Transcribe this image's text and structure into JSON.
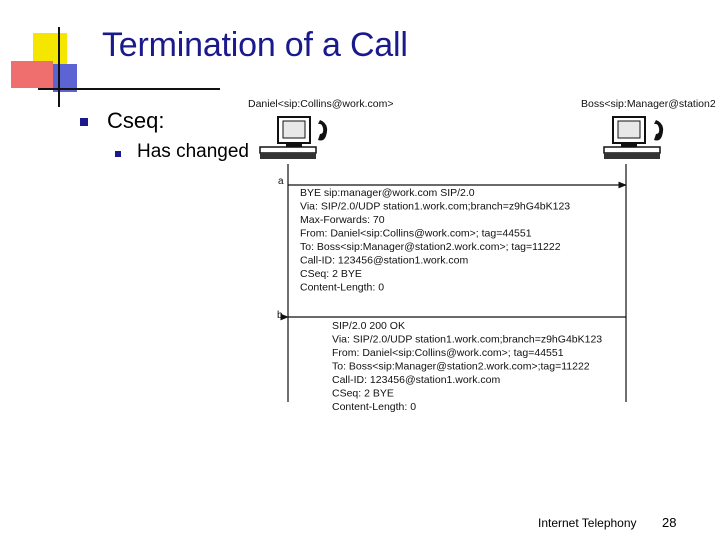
{
  "slide": {
    "title": "Termination of a Call",
    "bullet": "Cseq:",
    "sub_bullet": "Has changed"
  },
  "diagram": {
    "left_party": "Daniel<sip:Collins@work.com>",
    "right_party": "Boss<sip:Manager@station2",
    "messages": [
      {
        "label": "a",
        "direction": "left-to-right",
        "lines": [
          "BYE sip:manager@work.com SIP/2.0",
          "Via: SIP/2.0/UDP station1.work.com;branch=z9hG4bK123",
          "Max-Forwards: 70",
          "From: Daniel<sip:Collins@work.com>; tag=44551",
          "To: Boss<sip:Manager@station2.work.com>; tag=11222",
          "Call-ID: 123456@station1.work.com",
          "CSeq: 2 BYE",
          "Content-Length: 0"
        ]
      },
      {
        "label": "b",
        "direction": "right-to-left",
        "lines": [
          "SIP/2.0 200 OK",
          "Via: SIP/2.0/UDP station1.work.com;branch=z9hG4bK123",
          "From: Daniel<sip:Collins@work.com>; tag=44551",
          "To: Boss<sip:Manager@station2.work.com>;tag=11222",
          "Call-ID: 123456@station1.work.com",
          "CSeq: 2 BYE",
          "Content-Length: 0"
        ]
      }
    ]
  },
  "footer": {
    "course": "Internet Telephony",
    "page": "28"
  },
  "colors": {
    "title": "#1a1a8c",
    "bullet": "#1a1a8c",
    "logo_yellow": "#f5e600",
    "logo_red": "#ef6f6f",
    "logo_blue": "#5c63d2"
  }
}
